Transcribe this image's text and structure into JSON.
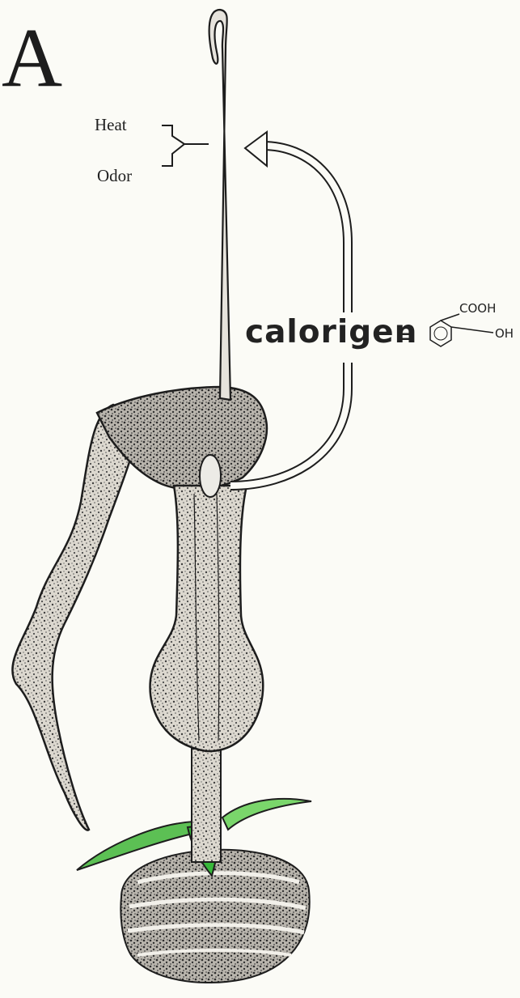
{
  "figure": {
    "panel_letter": "A",
    "labels": {
      "heat": "Heat",
      "odor": "Odor",
      "calorigen": "calorigen",
      "equals": "=",
      "cooh": "COOH",
      "oh": "OH"
    },
    "colors": {
      "ink": "#1d1d1d",
      "tissue": "#c9c5bb",
      "leaf": "#4fc94a",
      "background": "#fbfbf6"
    }
  }
}
